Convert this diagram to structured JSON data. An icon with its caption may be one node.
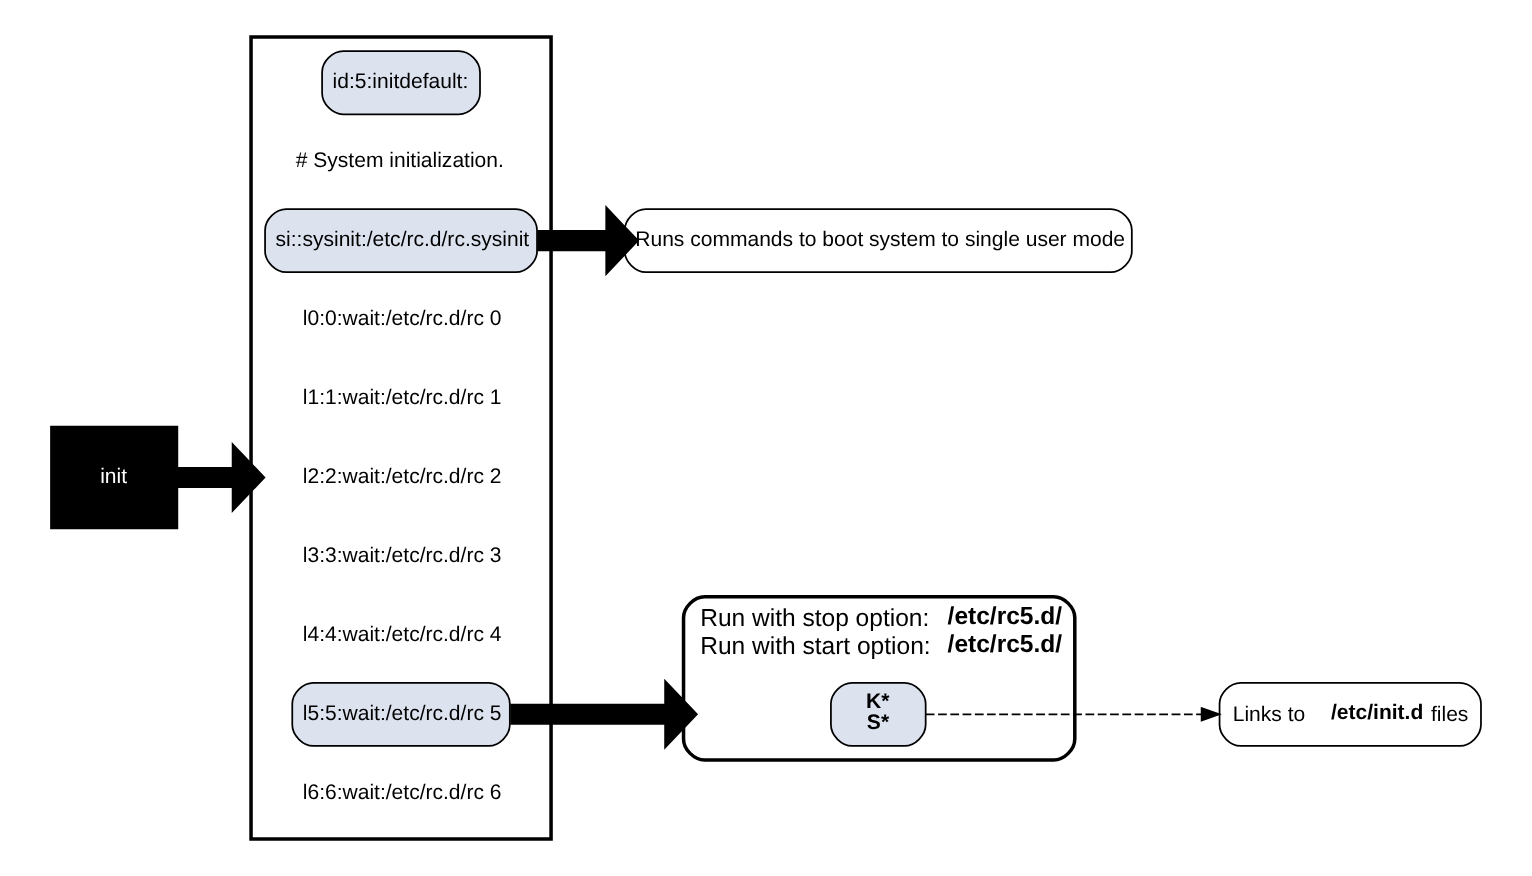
{
  "diagram": {
    "nodes": [
      {
        "text": [
          "init"
        ]
      },
      {
        "text": [],
        "shape": "box"
      },
      {
        "text": [
          "id:5:initdefault:"
        ],
        "in": 1
      },
      {
        "text": [
          "# System initialization."
        ],
        "in": 1
      },
      {
        "text": [
          "si::sysinit:/etc/rc.d/rc.sysinit"
        ],
        "in": 1
      },
      {
        "text": [
          "l0:0:wait:/etc/rc.d/rc 0"
        ],
        "in": 1
      },
      {
        "text": [
          "l1:1:wait:/etc/rc.d/rc 1"
        ],
        "in": 1
      },
      {
        "text": [
          "l2:2:wait:/etc/rc.d/rc 2"
        ],
        "in": 1
      },
      {
        "text": [
          "l3:3:wait:/etc/rc.d/rc 3"
        ],
        "in": 1
      },
      {
        "text": [
          "l4:4:wait:/etc/rc.d/rc 4"
        ],
        "in": 1
      },
      {
        "text": [
          "l5:5:wait:/etc/rc.d/rc 5"
        ],
        "in": 1
      },
      {
        "text": [
          "l6:6:wait:/etc/rc.d/rc 6"
        ],
        "in": 1
      },
      {
        "text": [
          "Runs commands to boot system to single user mode"
        ]
      },
      {
        "text": [
          "Run with stop option: **/etc/rc5.d/**",
          "Run with start option: **/etc/rc5.d/**"
        ]
      },
      {
        "text": [
          "K*",
          "S*"
        ],
        "in": 13
      },
      {
        "text": [
          "Links to **/etc/init.d** files"
        ]
      }
    ],
    "edges": [
      {
        "from": 0,
        "to": 1,
        "arrow": "to"
      },
      {
        "from": 4,
        "to": 12,
        "arrow": "to"
      },
      {
        "from": 10,
        "to": 13,
        "arrow": "to"
      },
      {
        "from": 14,
        "to": 15,
        "arrow": "to",
        "style": "dashed"
      }
    ]
  }
}
